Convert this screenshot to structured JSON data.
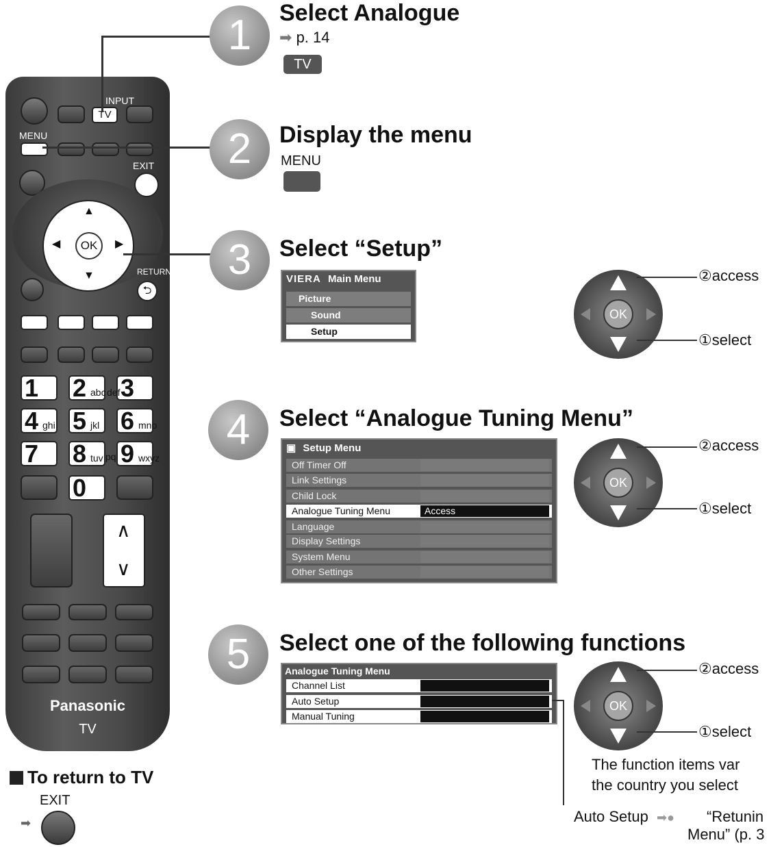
{
  "remote": {
    "input_label": "INPUT",
    "tv_label": "TV",
    "menu_label": "MENU",
    "exit_label": "EXIT",
    "ok_label": "OK",
    "return_label": "RETURN",
    "brand": "Panasonic",
    "model": "TV",
    "numbers": [
      {
        "digit": "1",
        "sub": ""
      },
      {
        "digit": "2",
        "sub": "abc"
      },
      {
        "digit": "3",
        "sub": "def"
      },
      {
        "digit": "4",
        "sub": "ghi"
      },
      {
        "digit": "5",
        "sub": "jkl"
      },
      {
        "digit": "6",
        "sub": "mno"
      },
      {
        "digit": "7",
        "sub": ""
      },
      {
        "digit": "8",
        "sub": "tuv"
      },
      {
        "digit": "9",
        "sub": "wxyz"
      },
      {
        "digit": "0",
        "sub": ""
      }
    ],
    "pqrs": "pqrs",
    "up_arrow": "∧",
    "down_arrow": "∨"
  },
  "return_to_tv": {
    "title": "To return to TV",
    "exit_label": "EXIT",
    "arrow": "➡"
  },
  "steps": [
    {
      "number": "1",
      "title": "Select Analogue",
      "ref": "p. 14",
      "button": "TV"
    },
    {
      "number": "2",
      "title": "Display the menu",
      "button": "MENU"
    },
    {
      "number": "3",
      "title": "Select “Setup”"
    },
    {
      "number": "4",
      "title": "Select “Analogue Tuning Menu”"
    },
    {
      "number": "5",
      "title": "Select one of the following functions"
    }
  ],
  "main_menu": {
    "logo": "VIERA",
    "title": "Main Menu",
    "items": [
      "Picture",
      "Sound",
      "Setup"
    ],
    "selected": "Setup"
  },
  "setup_menu": {
    "title": "Setup Menu",
    "items": [
      "Off Timer Off",
      "Link Settings",
      "Child Lock",
      "Analogue Tuning Menu",
      "Language",
      "Display Settings",
      "System Menu",
      "Other Settings"
    ],
    "selected": "Analogue Tuning Menu",
    "selected_value": "Access"
  },
  "tuning_menu": {
    "title": "Analogue Tuning Menu",
    "items": [
      "Channel List",
      "Auto Setup",
      "Manual Tuning"
    ]
  },
  "dpad_callouts": {
    "access": "②access",
    "select": "①select",
    "ok": "OK"
  },
  "notes": {
    "function_items_line1": "The function items var",
    "function_items_line2": "the country you select",
    "auto_setup": "Auto Setup",
    "retuning": "“Retunin",
    "menu_ref": "Menu” (p. 3"
  }
}
